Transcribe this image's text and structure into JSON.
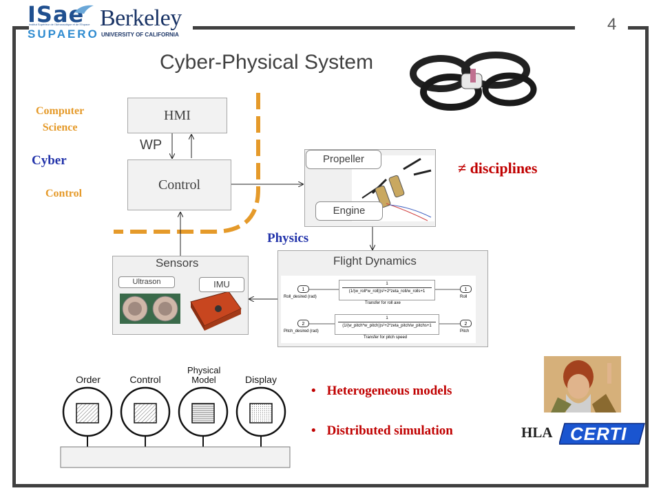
{
  "header": {
    "logo_isae_line1": "ISae",
    "logo_isae_line2": "SUPAERO",
    "logo_isae_small": "Institut Supérieur de l'Aéronautique et de l'Espace",
    "logo_berkeley": "Berkeley",
    "logo_berkeley_sub": "UNIVERSITY OF CALIFORNIA",
    "page_number": "4"
  },
  "title": "Cyber-Physical System",
  "left_labels": {
    "computer_science": [
      "Computer",
      "Science"
    ],
    "cyber": "Cyber",
    "control": "Control"
  },
  "blocks": {
    "hmi": "HMI",
    "wp": "WP",
    "control": "Control",
    "propeller": "Propeller",
    "engine": "Engine",
    "physics": "Physics",
    "sensors": "Sensors",
    "ultrason": "Ultrason",
    "imu": "IMU",
    "flight_dynamics": "Flight Dynamics"
  },
  "simulink": {
    "row1": {
      "in_port": "1",
      "in_label": "Roll_desired (rad)",
      "tf_num": "1",
      "tf_den": "(1/(w_roll*w_roll))s²+2*zeta_roll/w_rolls+1",
      "caption": "Transfer for roll axe",
      "out_port": "1",
      "out_label": "Roll"
    },
    "row2": {
      "in_port": "2",
      "in_label": "Pitch_desired (rad)",
      "tf_num": "1",
      "tf_den": "(1/(w_pitch*w_pitch))s²+2*zeta_pitch/w_pitchs+1",
      "caption": "Transfer for pitch speed",
      "out_port": "2",
      "out_label": "Pitch"
    }
  },
  "disciplines": "≠ disciplines",
  "federates": [
    "Order",
    "Control",
    "Physical Model",
    "Display"
  ],
  "bullets": [
    "Heterogeneous models",
    "Distributed simulation"
  ],
  "hla": "HLA",
  "certi": "CERTI",
  "colors": {
    "orange": "#e59a2a",
    "blue": "#2233aa",
    "red": "#c00000",
    "frame": "#404040"
  }
}
